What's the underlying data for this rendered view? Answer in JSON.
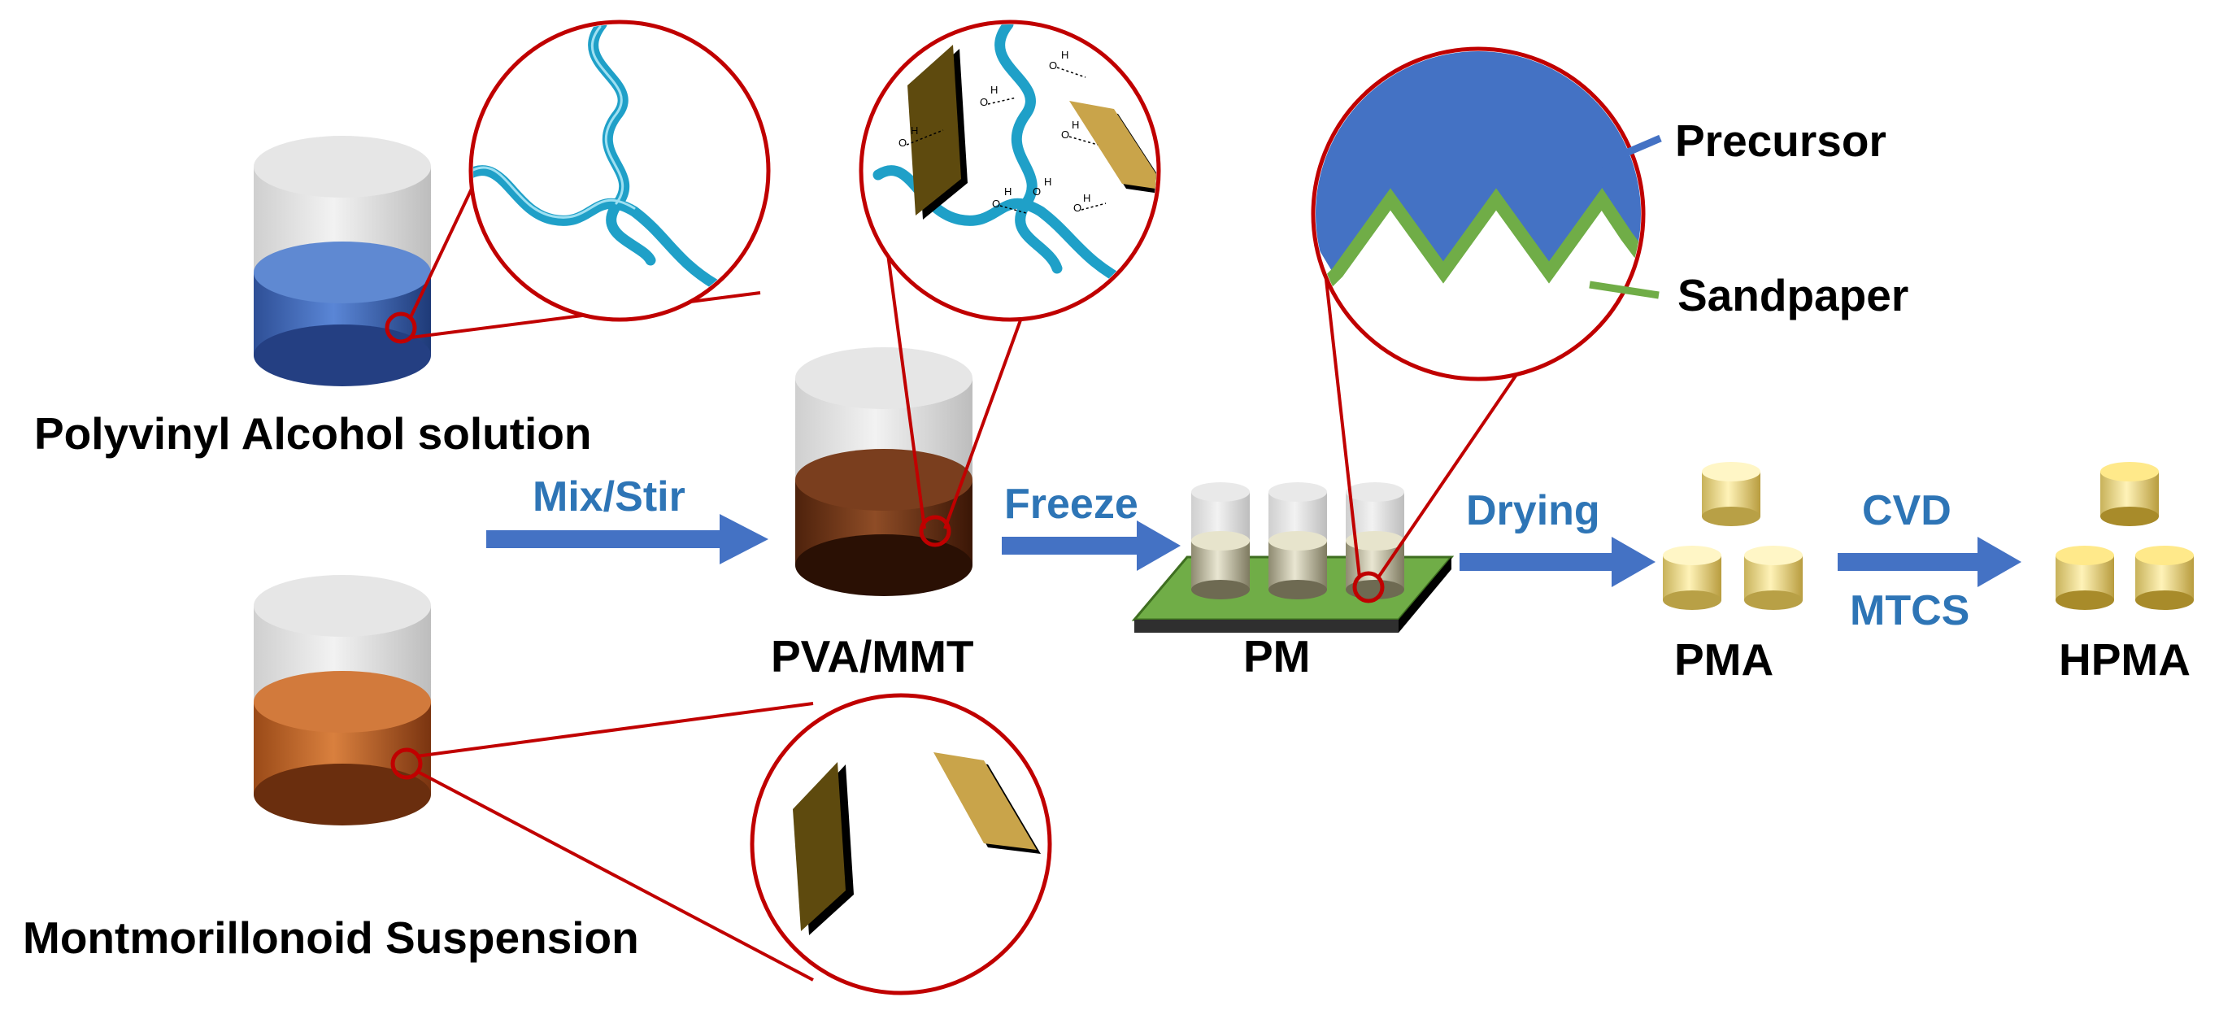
{
  "labels": {
    "pva_solution": "Polyvinyl Alcohol solution",
    "mmt_suspension": "Montmorillonoid Suspension",
    "pva_mmt": "PVA/MMT",
    "pm": "PM",
    "pma": "PMA",
    "hpma": "HPMA",
    "precursor": "Precursor",
    "sandpaper": "Sandpaper"
  },
  "steps": {
    "mix": "Mix/Stir",
    "freeze": "Freeze",
    "drying": "Drying",
    "cvd": "CVD",
    "mtcs": "MTCS"
  },
  "colors": {
    "arrow": "#4472C4",
    "step_text": "#2E75B6",
    "magnify_ring": "#C00000",
    "pva_chain": "#1FA0C8",
    "precursor": "#4472C4",
    "sandpaper": "#70AD47",
    "pva_liquid": "#4A72C4",
    "mmt_liquid": "#C8692A",
    "mix_liquid": "#7A3E1E",
    "clay_dark": "#5E4A0E",
    "clay_light": "#C9A44A",
    "cylinder": "#F3E6A0"
  },
  "icons": [
    "beaker-icon",
    "magnifier-circle-icon",
    "polymer-chain-icon",
    "clay-platelet-icon",
    "hydrogen-bond-icon",
    "freeze-mold-icon",
    "aerogel-cylinder-icon",
    "arrow-right-icon"
  ]
}
